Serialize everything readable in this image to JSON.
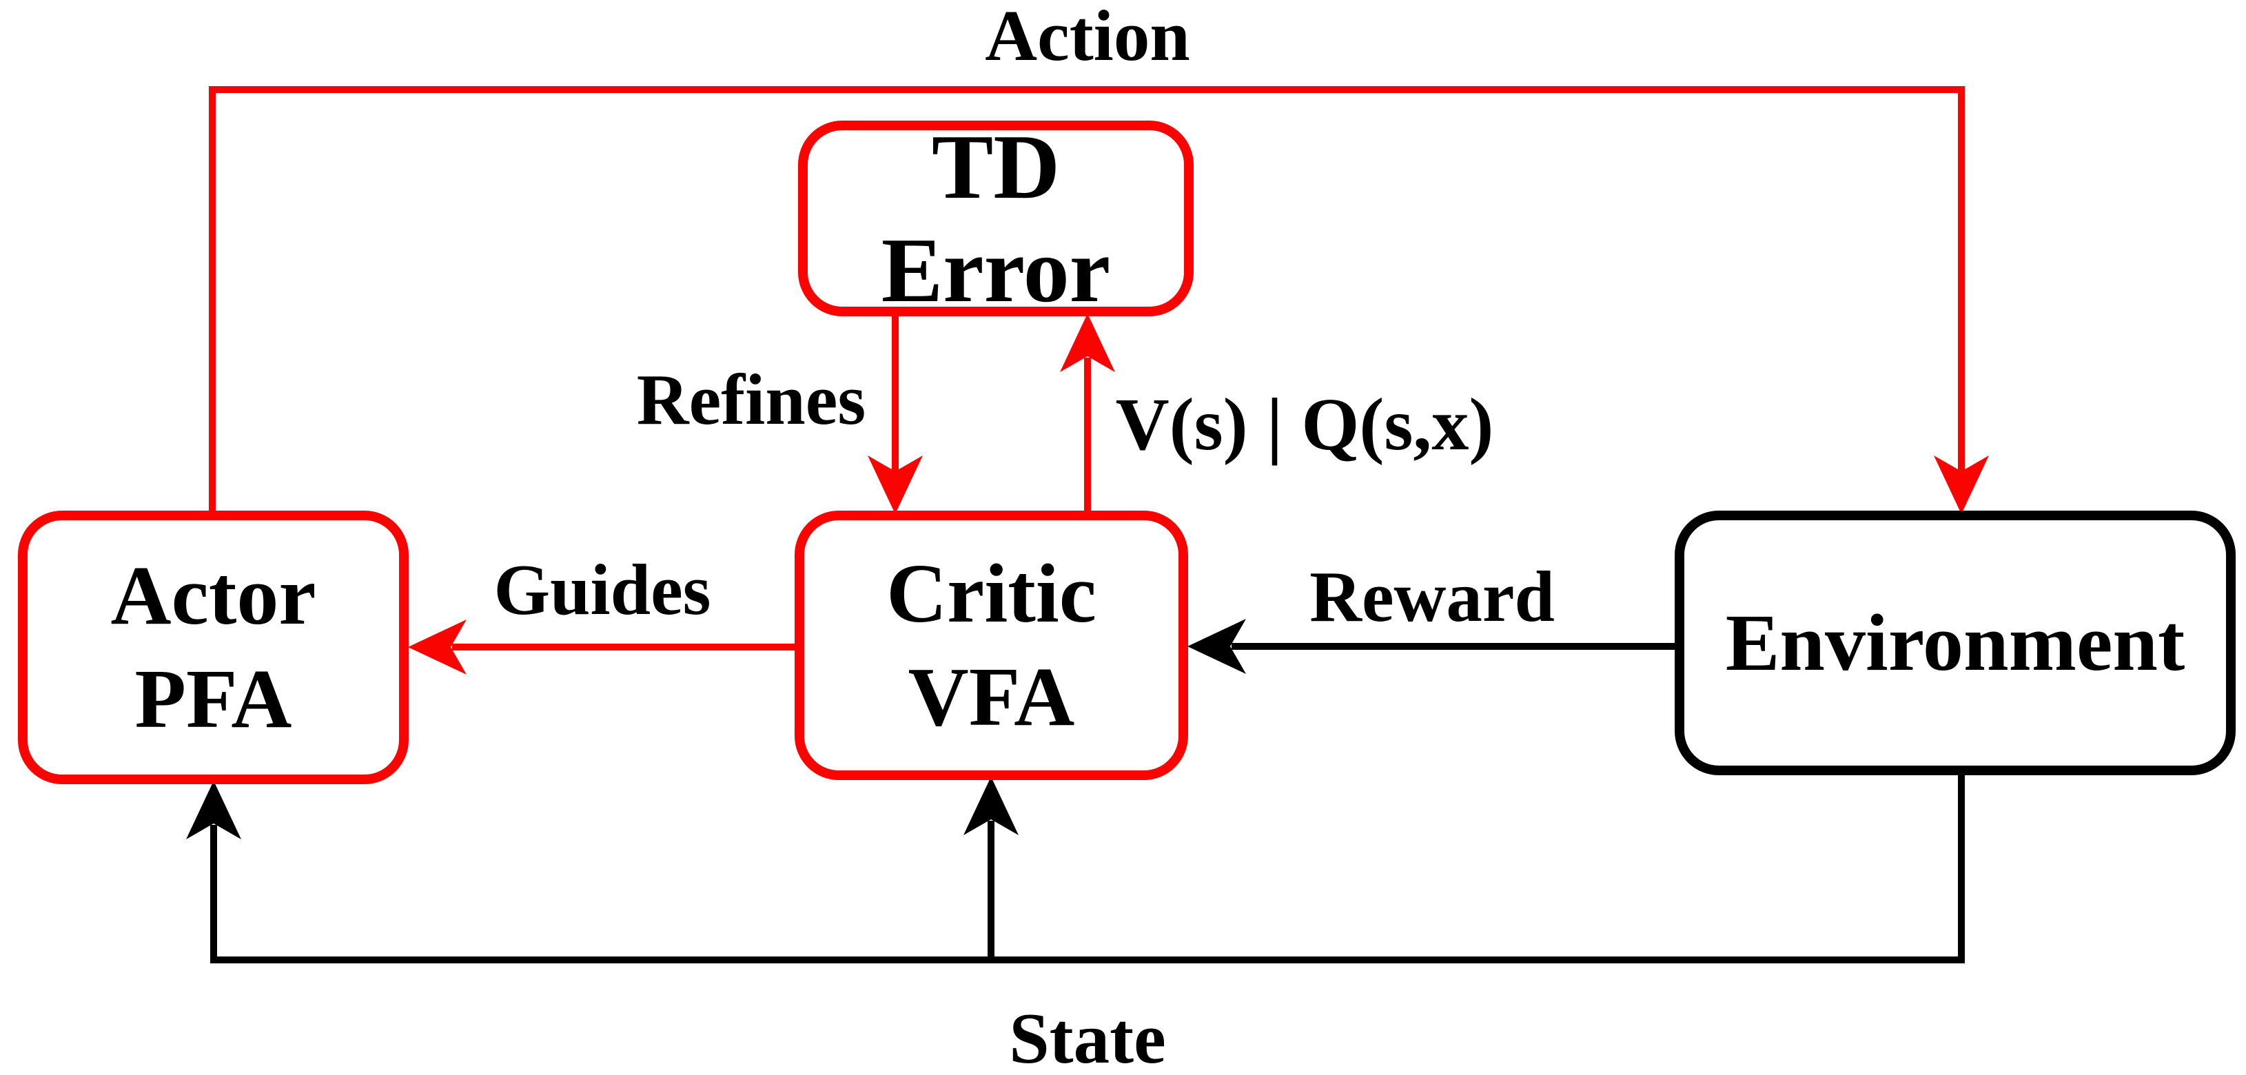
{
  "diagram": {
    "kind": "actor-critic-flow-diagram",
    "background_color": "#ffffff",
    "accent_red": "#f90400",
    "line_black": "#000000",
    "nodes": [
      {
        "id": "td_error",
        "label": "TD Error",
        "border_color": "#f90400"
      },
      {
        "id": "actor",
        "label_line1": "Actor",
        "label_line2": "PFA",
        "border_color": "#f90400"
      },
      {
        "id": "critic",
        "label_line1": "Critic",
        "label_line2": "VFA",
        "border_color": "#f90400"
      },
      {
        "id": "environment",
        "label": "Environment",
        "border_color": "#000000"
      }
    ],
    "edges": [
      {
        "id": "action",
        "label": "Action",
        "from": "actor",
        "to": "environment",
        "color": "#f90400"
      },
      {
        "id": "refines",
        "label": "Refines",
        "from": "td_error",
        "to": "critic",
        "color": "#f90400"
      },
      {
        "id": "value",
        "label": "V(s) | Q(s,x)",
        "from": "critic",
        "to": "td_error",
        "color": "#f90400"
      },
      {
        "id": "guides",
        "label": "Guides",
        "from": "critic",
        "to": "actor",
        "color": "#f90400"
      },
      {
        "id": "reward",
        "label": "Reward",
        "from": "environment",
        "to": "critic",
        "color": "#000000"
      },
      {
        "id": "state",
        "label": "State",
        "from": "environment",
        "to": "actor and critic",
        "color": "#000000"
      }
    ]
  }
}
